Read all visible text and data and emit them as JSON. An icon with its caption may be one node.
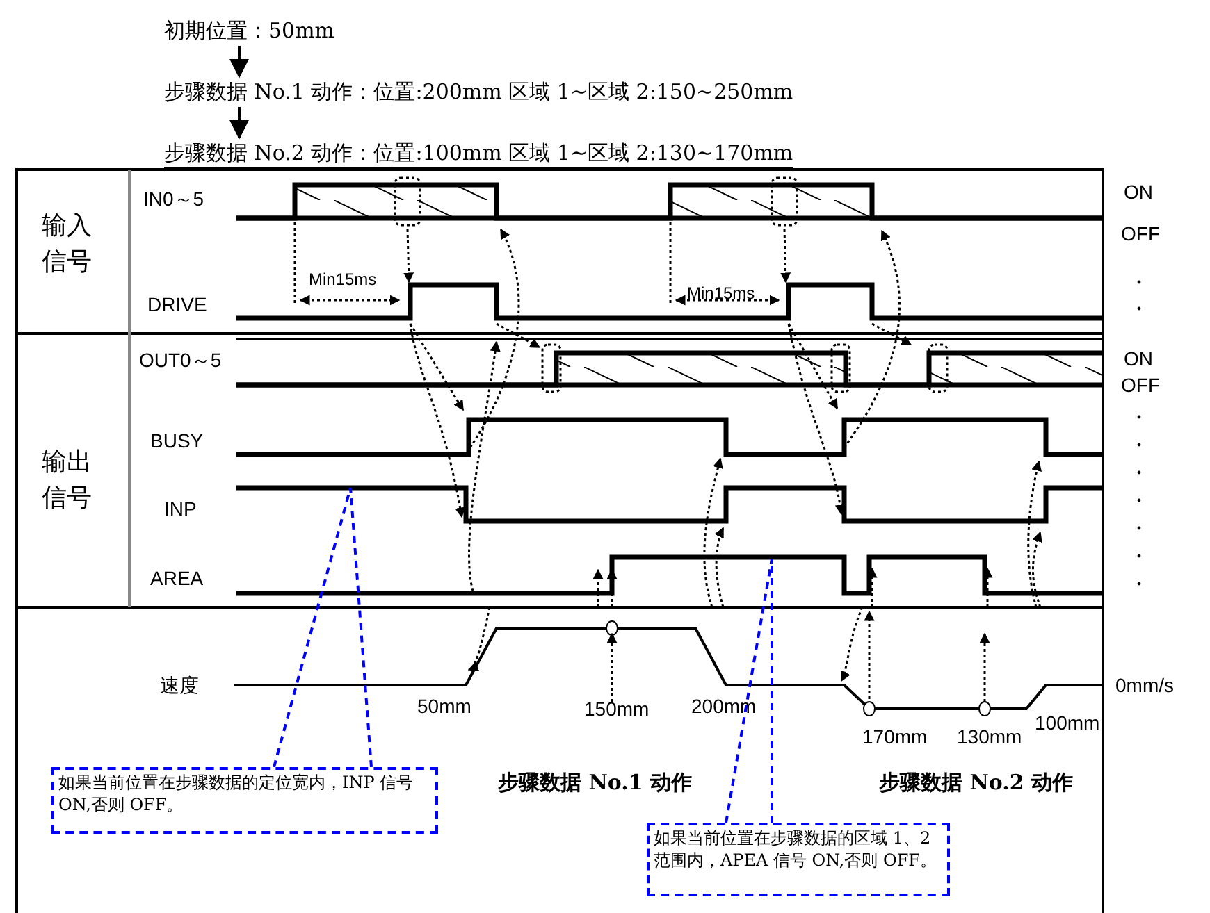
{
  "diagram": {
    "nodes": [
      {
        "text": [
          "初期位置：50mm"
        ]
      },
      {
        "text": [
          "步骤数据 No.1 动作：位置:200mm 区域 1~区域 2:150~250mm"
        ]
      },
      {
        "text": [
          "步骤数据 No.2 动作：位置:100mm 区域 1~区域 2:130~170mm"
        ]
      },
      {
        "text": [
          "如果当前位置在步骤数据的定位宽内，INP 信号 ON,否则 OFF。"
        ]
      },
      {
        "text": [
          "如果当前位置在步骤数据的区域 1、2 范围内，APEA 信号 ON,否则 OFF。"
        ]
      }
    ],
    "edges": [
      {
        "from": 0,
        "to": 1,
        "arrow": "to",
        "color": "#000000"
      },
      {
        "from": 1,
        "to": 2,
        "arrow": "to",
        "color": "#000000"
      },
      {
        "from": 3,
        "to": null,
        "arrow": "none",
        "style": "dashed",
        "color": "#0000ff"
      },
      {
        "from": 3,
        "to": null,
        "arrow": "none",
        "style": "dashed",
        "color": "#0000ff"
      },
      {
        "from": 4,
        "to": null,
        "arrow": "none",
        "style": "dashed",
        "color": "#0000ff"
      },
      {
        "from": 4,
        "to": null,
        "arrow": "none",
        "style": "dashed",
        "color": "#0000ff"
      }
    ],
    "labels": [
      "输入信号",
      "IN0～5",
      "ON",
      "OFF",
      "Min15ms",
      "DRIVE",
      "Min15ms",
      "OUT0～5",
      "ON",
      "OFF",
      "输出信号",
      "BUSY",
      "INP",
      "AREA",
      "速度",
      "50mm",
      "150mm",
      "200mm",
      "0mm/s",
      "170mm",
      "130mm",
      "100mm",
      "步骤数据 No.1 动作",
      "步骤数据 No.2 动作"
    ]
  }
}
